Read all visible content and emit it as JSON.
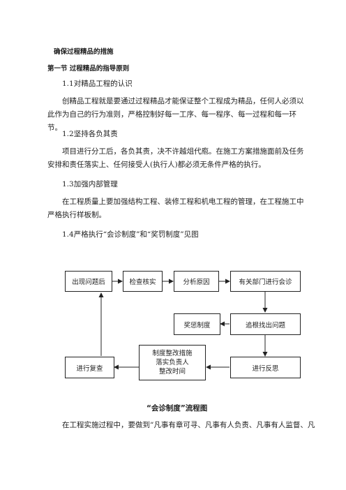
{
  "doc": {
    "title": "确保过程精品的措施",
    "section": "第一节  过程精品的指导原则",
    "h1": "1.1对精品工程的认识",
    "p1": "创精品工程就是要通过过程精品才能保证整个工程成为精品，任何人必须以此作为自己的行为准则，严格控制好每一工序、每一程序、每一过程和每一环节。",
    "h2": "1.2坚持各负其责",
    "p2": "项目进行分工后，各负其责，决不许越俎代庖。在施工方案措施面前及任务安排和责任落实上、任何接受人(执行人)都必须无条件严格的执行。",
    "h3": "1.3加强内部管理",
    "p3": "在工程质量上要加强结构工程、装修工程和机电工程的管理，在工程施工中严格执行样板制。",
    "h4": "1.4严格执行“会诊制度”和“奖罚制度”见图",
    "caption": "“会诊制度”流程图",
    "p4": "在工程实施过程中，要做到“凡事有章可寻、凡事有人负责、凡事有人监督、凡"
  },
  "flowchart": {
    "b1": "出现问题后",
    "b2": "检查核实",
    "b3": "分析原因",
    "b4": "有关部门进行会诊",
    "b5": "奖惩制度",
    "b6": "追根找出问题",
    "b7": "进行复查",
    "b8_line1": "制度整改措施",
    "b8_line2": "落实负责人",
    "b8_line3": "整改时间",
    "b9": "进行反思"
  }
}
